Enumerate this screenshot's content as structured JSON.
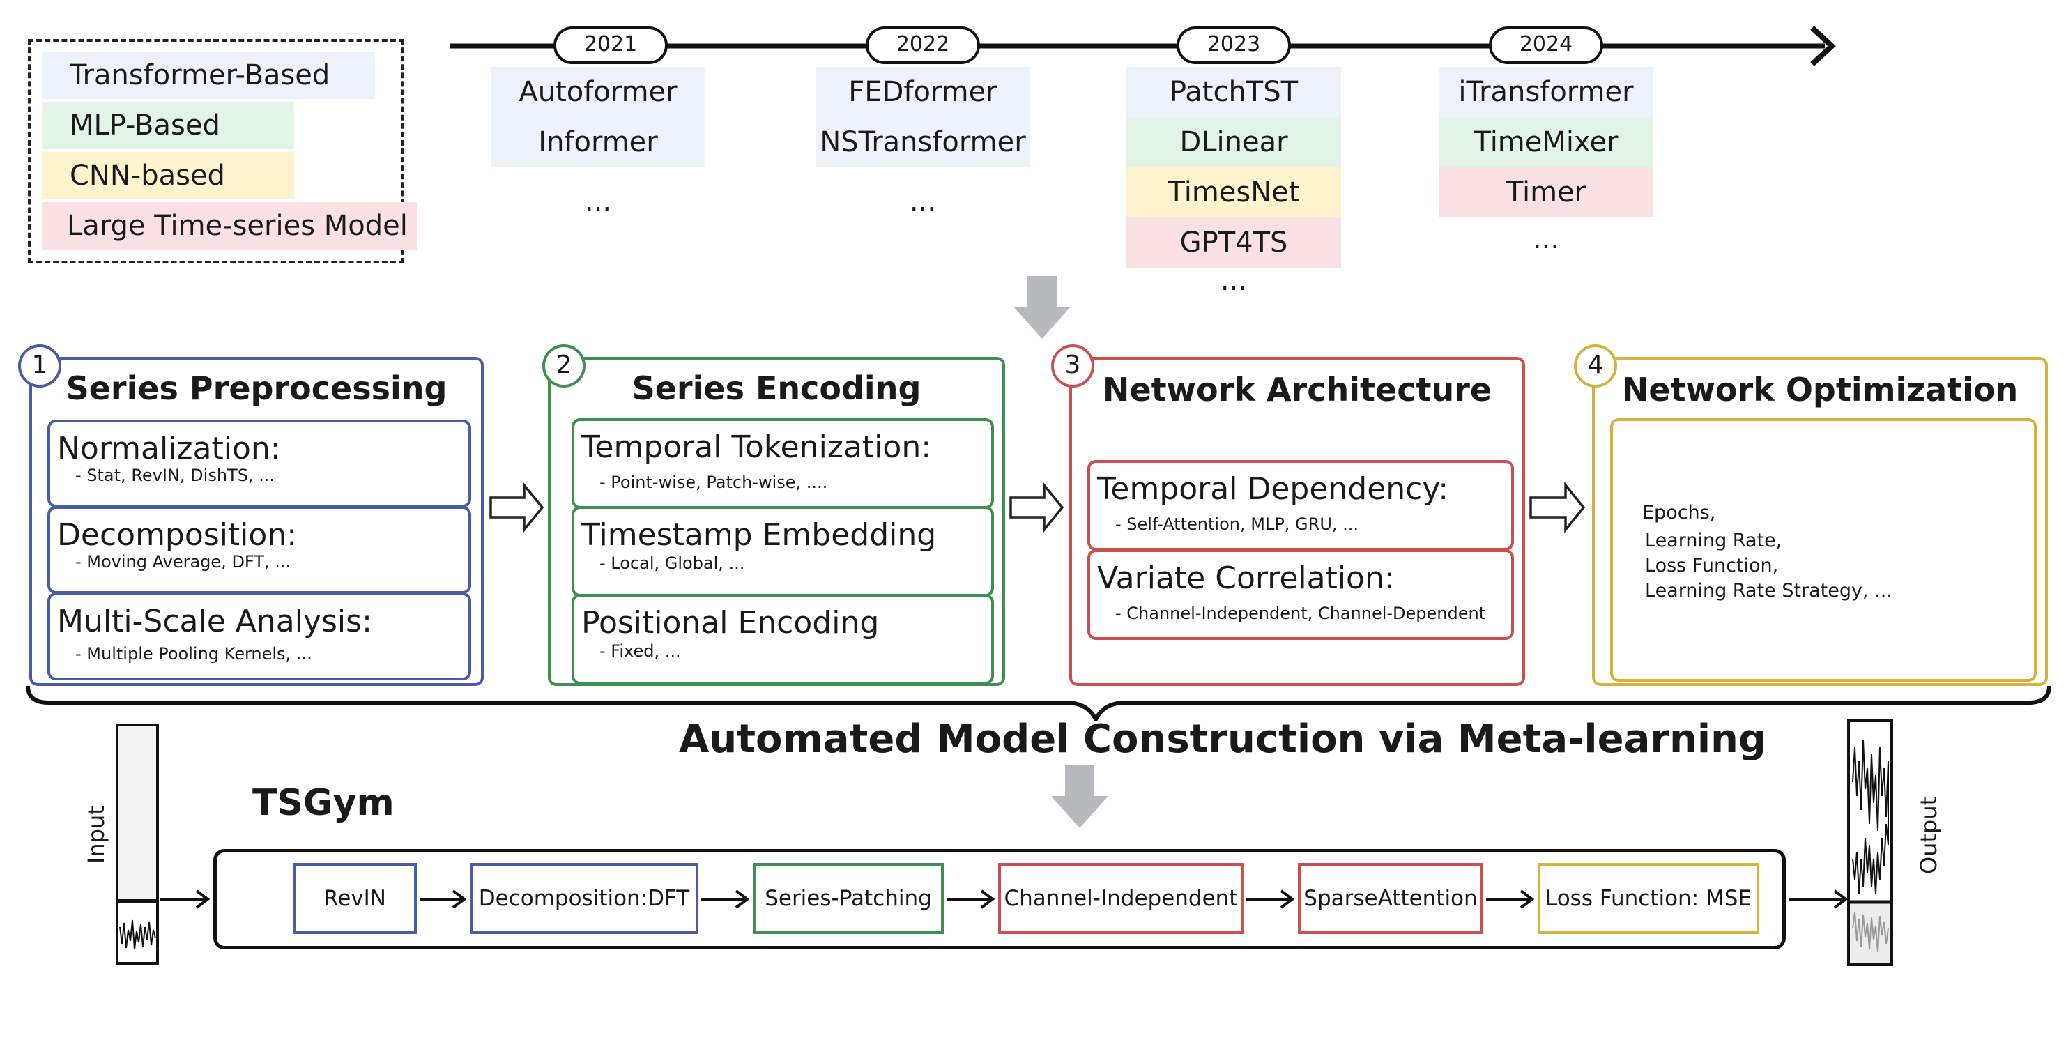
{
  "legend": {
    "items": [
      {
        "label": "Transformer-Based",
        "color": "#eef3fb"
      },
      {
        "label": "MLP-Based",
        "color": "#e3f3e5"
      },
      {
        "label": "CNN-based",
        "color": "#fdf3cc"
      },
      {
        "label": "Large Time-series Model",
        "color": "#fbe1e3"
      }
    ]
  },
  "timeline": {
    "years": [
      {
        "year": "2021",
        "models": [
          {
            "name": "Autoformer",
            "family": "transformer"
          },
          {
            "name": "Informer",
            "family": "transformer"
          }
        ],
        "ellipsis": "..."
      },
      {
        "year": "2022",
        "models": [
          {
            "name": "FEDformer",
            "family": "transformer"
          },
          {
            "name": "NSTransformer",
            "family": "transformer"
          }
        ],
        "ellipsis": "..."
      },
      {
        "year": "2023",
        "models": [
          {
            "name": "PatchTST",
            "family": "transformer"
          },
          {
            "name": "DLinear",
            "family": "mlp"
          },
          {
            "name": "TimesNet",
            "family": "cnn"
          },
          {
            "name": "GPT4TS",
            "family": "ltsm"
          }
        ],
        "ellipsis": "..."
      },
      {
        "year": "2024",
        "models": [
          {
            "name": "iTransformer",
            "family": "transformer"
          },
          {
            "name": "TimeMixer",
            "family": "mlp"
          },
          {
            "name": "Timer",
            "family": "ltsm"
          }
        ],
        "ellipsis": "..."
      }
    ]
  },
  "stages": [
    {
      "num": "1",
      "title": "Series Preprocessing",
      "color": "#4a5ca8",
      "items": [
        {
          "head": "Normalization:",
          "detail": "-  Stat, RevIN, DishTS, ..."
        },
        {
          "head": "Decomposition:",
          "detail": "-  Moving Average, DFT, ..."
        },
        {
          "head": "Multi-Scale  Analysis:",
          "detail": "- Multiple Pooling Kernels, ..."
        }
      ]
    },
    {
      "num": "2",
      "title": "Series Encoding",
      "color": "#3f8f50",
      "items": [
        {
          "head": "Temporal Tokenization:",
          "detail": "- Point-wise, Patch-wise, ...."
        },
        {
          "head": "Timestamp Embedding",
          "detail": "- Local, Global, ..."
        },
        {
          "head": "Positional Encoding",
          "detail": "- Fixed, ..."
        }
      ]
    },
    {
      "num": "3",
      "title": "Network Architecture",
      "color": "#c9504e",
      "items": [
        {
          "head": "Temporal Dependency:",
          "detail": "- Self-Attention, MLP, GRU, ..."
        },
        {
          "head": "Variate Correlation:",
          "detail": "- Channel-Independent, Channel-Dependent"
        }
      ]
    },
    {
      "num": "4",
      "title": "Network Optimization",
      "color": "#d4b23c",
      "items": [
        {
          "line": "Epochs,"
        },
        {
          "line": "Learning Rate,"
        },
        {
          "line": "Loss Function,"
        },
        {
          "line": "Learning Rate Strategy, ..."
        }
      ]
    }
  ],
  "meta_title": "Automated Model Construction via Meta-learning",
  "tsgym": {
    "title": "TSGym",
    "input_label": "Input",
    "output_label": "Output",
    "pipeline": [
      {
        "label": "RevIN",
        "color": "#4a5ca8"
      },
      {
        "label": "Decomposition:DFT",
        "color": "#4a5ca8"
      },
      {
        "label": "Series-Patching",
        "color": "#3f8f50"
      },
      {
        "label": "Channel-Independent",
        "color": "#c9504e"
      },
      {
        "label": "SparseAttention",
        "color": "#c9504e"
      },
      {
        "label": "Loss Function: MSE",
        "color": "#d4b23c"
      }
    ]
  }
}
